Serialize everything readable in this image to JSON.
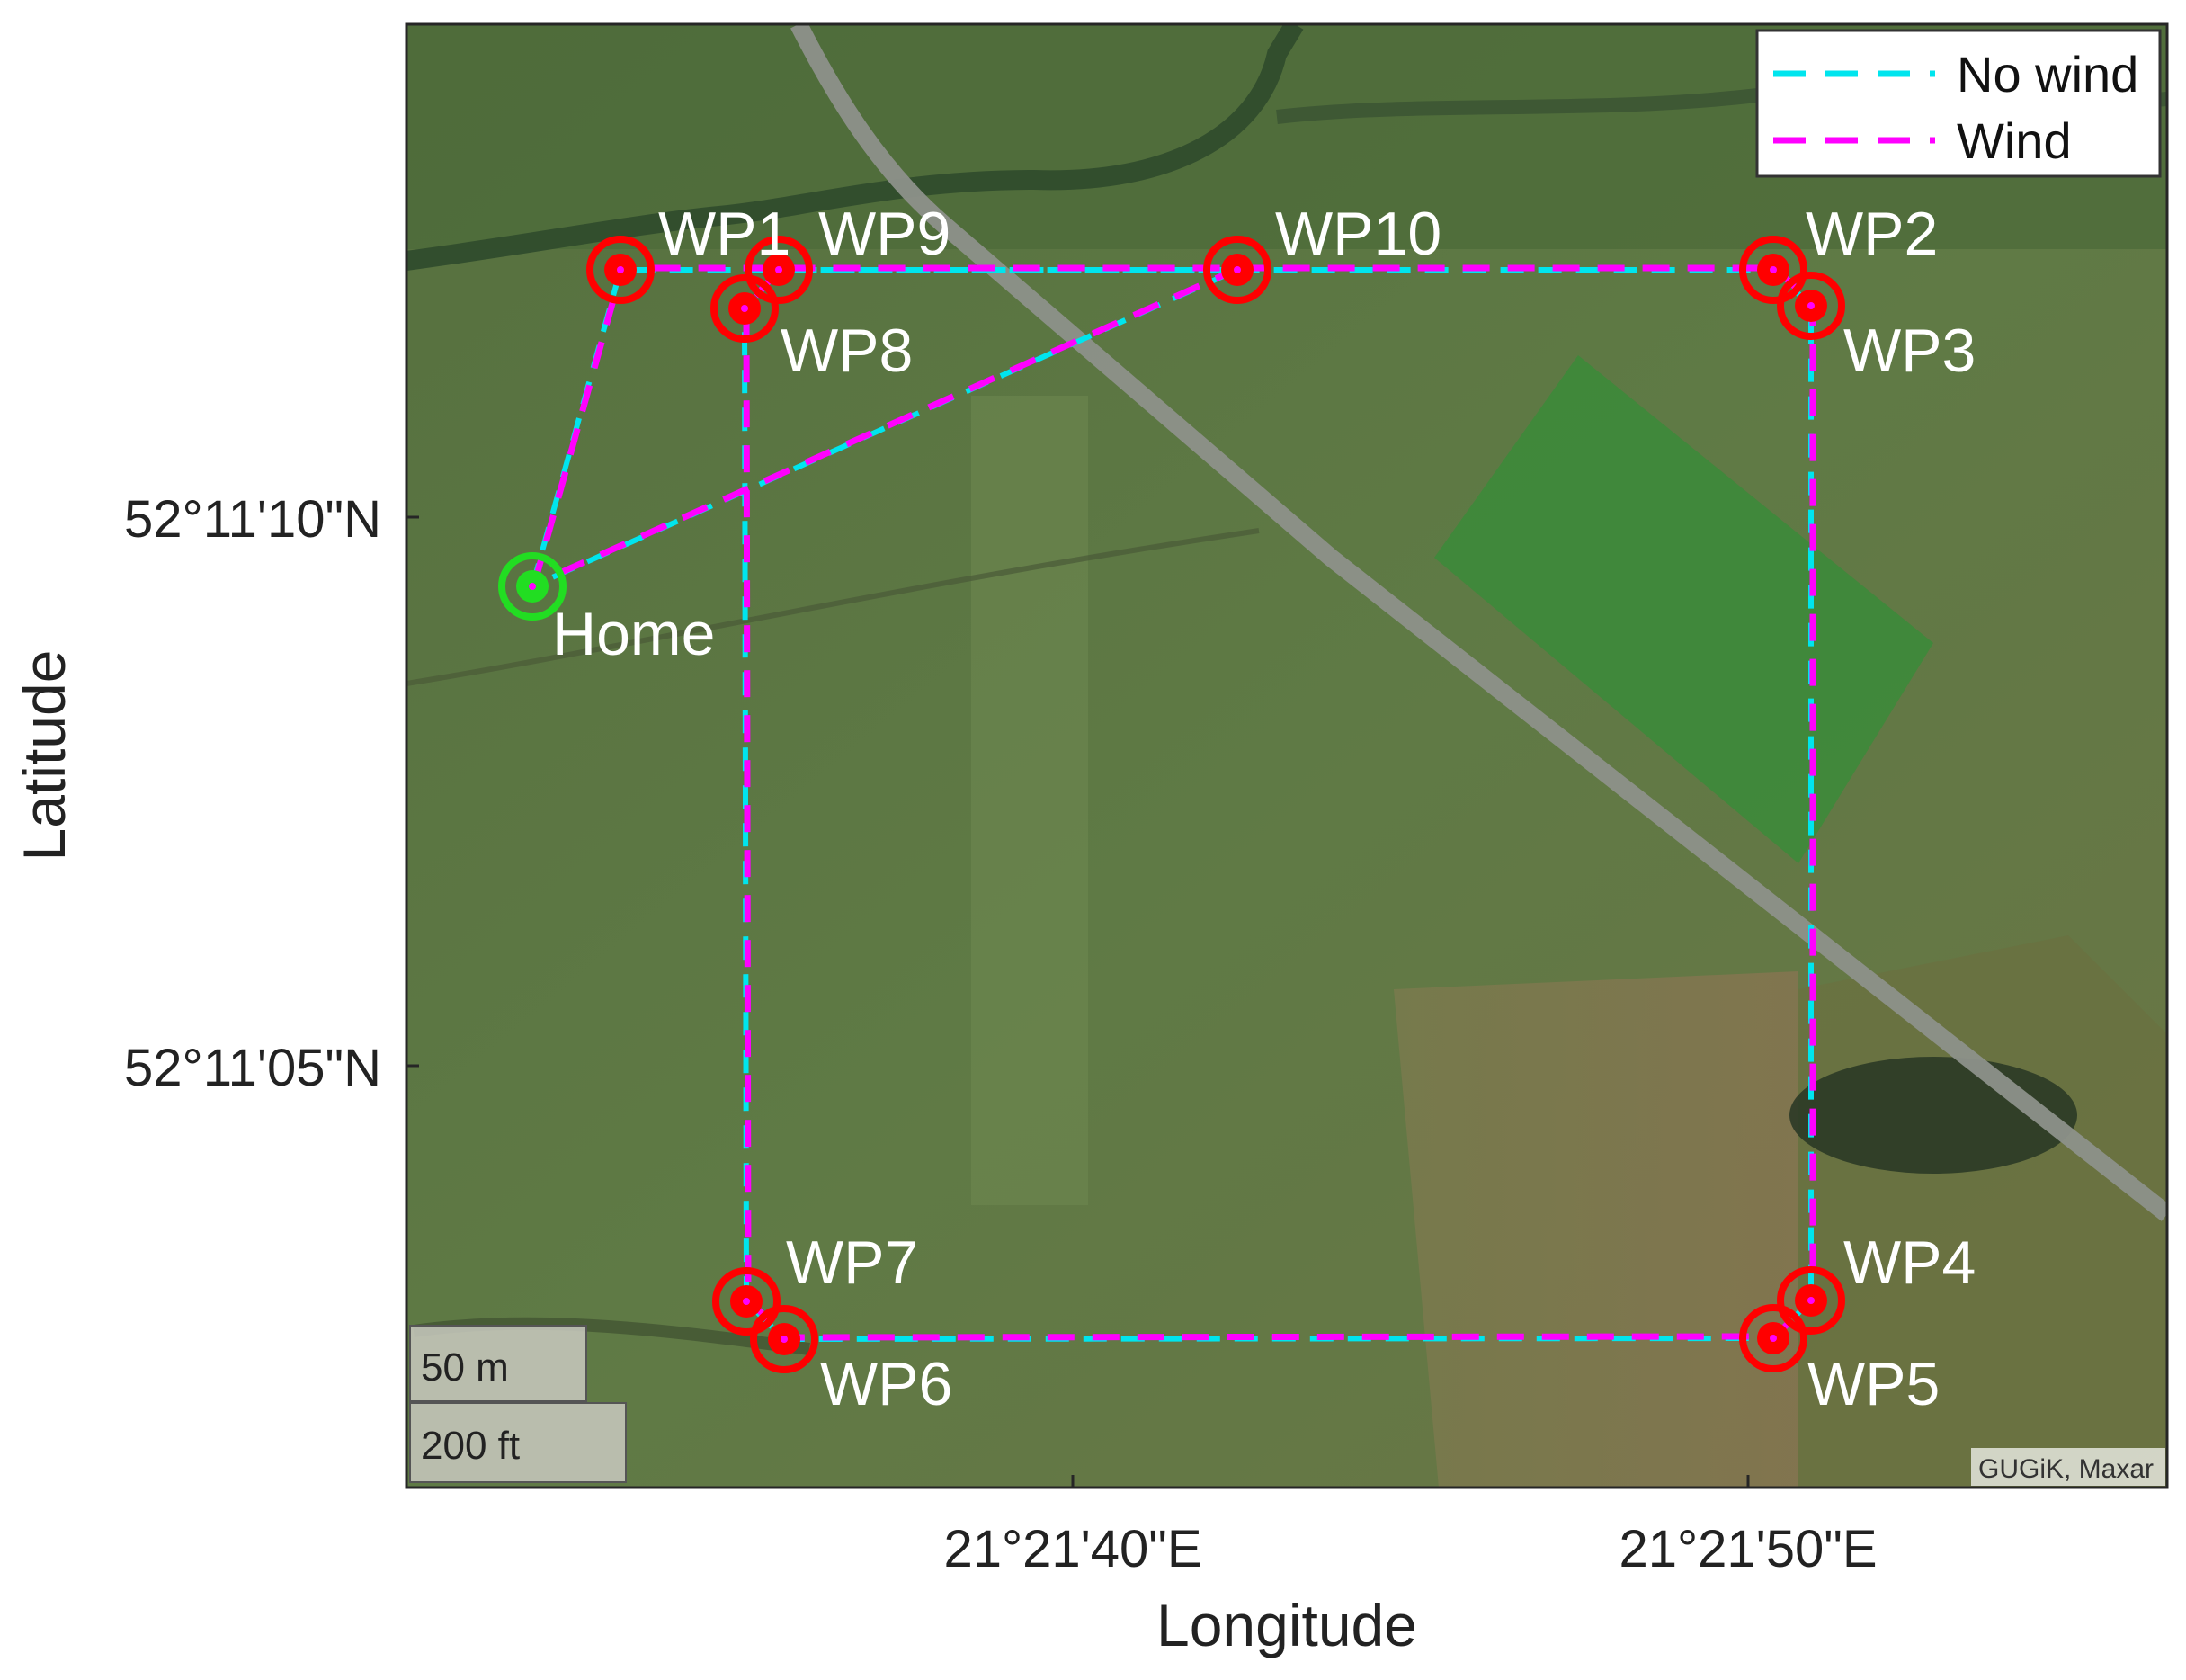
{
  "map": {
    "xlabel": "Longitude",
    "ylabel": "Latitude",
    "lat_ticks": [
      {
        "label": "52°11'10\"N",
        "value": 52.186111
      },
      {
        "label": "52°11'05\"N",
        "value": 52.184722
      }
    ],
    "lon_ticks": [
      {
        "label": "21°21'40\"E",
        "value": 21.361111
      },
      {
        "label": "21°21'50\"E",
        "value": 21.363889
      }
    ],
    "attribution": "GUGiK, Maxar",
    "scale_bar": {
      "metric": "50 m",
      "imperial": "200 ft"
    },
    "legend": [
      {
        "label": "No wind",
        "color": "#00e5ee"
      },
      {
        "label": "Wind",
        "color": "#ff00ff"
      }
    ],
    "colors": {
      "waypoint": "#ff0000",
      "home": "#22dd22",
      "no_wind_path": "#00e5ee",
      "wind_path": "#ff00ff"
    },
    "home": {
      "label": "Home"
    },
    "waypoints": [
      {
        "id": "WP1",
        "label": "WP1"
      },
      {
        "id": "WP2",
        "label": "WP2"
      },
      {
        "id": "WP3",
        "label": "WP3"
      },
      {
        "id": "WP4",
        "label": "WP4"
      },
      {
        "id": "WP5",
        "label": "WP5"
      },
      {
        "id": "WP6",
        "label": "WP6"
      },
      {
        "id": "WP7",
        "label": "WP7"
      },
      {
        "id": "WP8",
        "label": "WP8"
      },
      {
        "id": "WP9",
        "label": "WP9"
      },
      {
        "id": "WP10",
        "label": "WP10"
      }
    ]
  }
}
